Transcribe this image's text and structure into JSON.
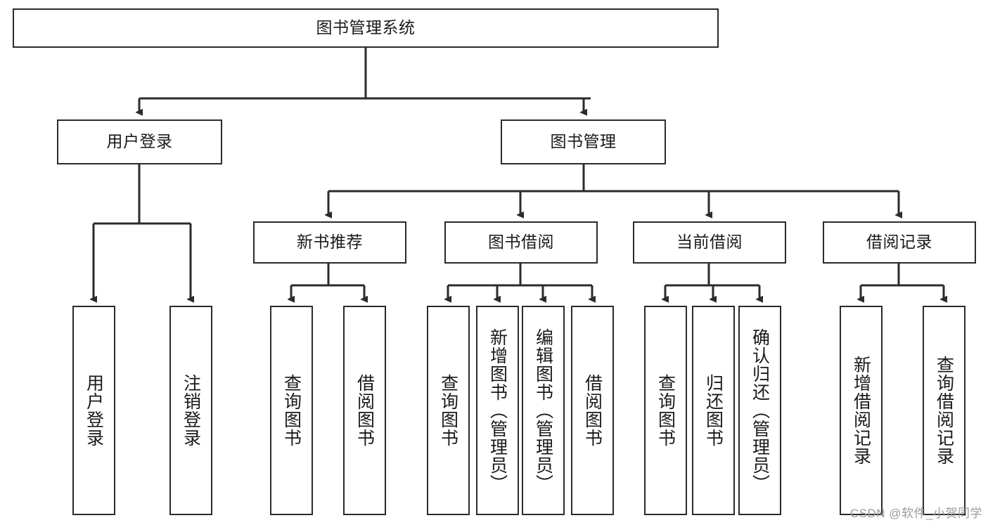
{
  "diagram": {
    "type": "tree",
    "title": "图书管理系统",
    "watermark": "CSDN @软件_小贺同学",
    "colors": {
      "stroke": "#2b2b2b",
      "fill": "#ffffff",
      "text": "#1a1a1a",
      "watermark": "#9a9a9a"
    },
    "nodes": {
      "root": {
        "label": "图书管理系统",
        "orientation": "horizontal"
      },
      "level2": [
        {
          "id": "user-login",
          "label": "用户登录",
          "orientation": "horizontal"
        },
        {
          "id": "book-manage",
          "label": "图书管理",
          "orientation": "horizontal"
        }
      ],
      "level3": [
        {
          "id": "new-book-rec",
          "label": "新书推荐",
          "orientation": "horizontal"
        },
        {
          "id": "book-borrow",
          "label": "图书借阅",
          "orientation": "horizontal"
        },
        {
          "id": "current-borrow",
          "label": "当前借阅",
          "orientation": "horizontal"
        },
        {
          "id": "borrow-record",
          "label": "借阅记录",
          "orientation": "horizontal"
        }
      ],
      "leaves": {
        "user-login": [
          {
            "id": "leaf-user-login",
            "label": "用户登录",
            "orientation": "vertical"
          },
          {
            "id": "leaf-logout",
            "label": "注销登录",
            "orientation": "vertical"
          }
        ],
        "new-book-rec": [
          {
            "id": "leaf-query-book-1",
            "label": "查询图书",
            "orientation": "vertical"
          },
          {
            "id": "leaf-borrow-book-1",
            "label": "借阅图书",
            "orientation": "vertical"
          }
        ],
        "book-borrow": [
          {
            "id": "leaf-query-book-2",
            "label": "查询图书",
            "orientation": "vertical"
          },
          {
            "id": "leaf-add-book",
            "label": "新增图书（管理员）",
            "orientation": "vertical"
          },
          {
            "id": "leaf-edit-book",
            "label": "编辑图书（管理员）",
            "orientation": "vertical"
          },
          {
            "id": "leaf-borrow-book-2",
            "label": "借阅图书",
            "orientation": "vertical"
          }
        ],
        "current-borrow": [
          {
            "id": "leaf-query-book-3",
            "label": "查询图书",
            "orientation": "vertical"
          },
          {
            "id": "leaf-return-book",
            "label": "归还图书",
            "orientation": "vertical"
          },
          {
            "id": "leaf-confirm-return",
            "label": "确认归还（管理员）",
            "orientation": "vertical"
          }
        ],
        "borrow-record": [
          {
            "id": "leaf-add-record",
            "label": "新增借阅记录",
            "orientation": "vertical"
          },
          {
            "id": "leaf-query-record",
            "label": "查询借阅记录",
            "orientation": "vertical"
          }
        ]
      }
    },
    "edges": [
      {
        "from": "图书管理系统",
        "to": "用户登录"
      },
      {
        "from": "图书管理系统",
        "to": "图书管理"
      },
      {
        "from": "用户登录",
        "to": "用户登录"
      },
      {
        "from": "用户登录",
        "to": "注销登录"
      },
      {
        "from": "图书管理",
        "to": "新书推荐"
      },
      {
        "from": "图书管理",
        "to": "图书借阅"
      },
      {
        "from": "图书管理",
        "to": "当前借阅"
      },
      {
        "from": "图书管理",
        "to": "借阅记录"
      },
      {
        "from": "新书推荐",
        "to": "查询图书"
      },
      {
        "from": "新书推荐",
        "to": "借阅图书"
      },
      {
        "from": "图书借阅",
        "to": "查询图书"
      },
      {
        "from": "图书借阅",
        "to": "新增图书（管理员）"
      },
      {
        "from": "图书借阅",
        "to": "编辑图书（管理员）"
      },
      {
        "from": "图书借阅",
        "to": "借阅图书"
      },
      {
        "from": "当前借阅",
        "to": "查询图书"
      },
      {
        "from": "当前借阅",
        "to": "归还图书"
      },
      {
        "from": "当前借阅",
        "to": "确认归还（管理员）"
      },
      {
        "from": "借阅记录",
        "to": "新增借阅记录"
      },
      {
        "from": "借阅记录",
        "to": "查询借阅记录"
      }
    ]
  }
}
